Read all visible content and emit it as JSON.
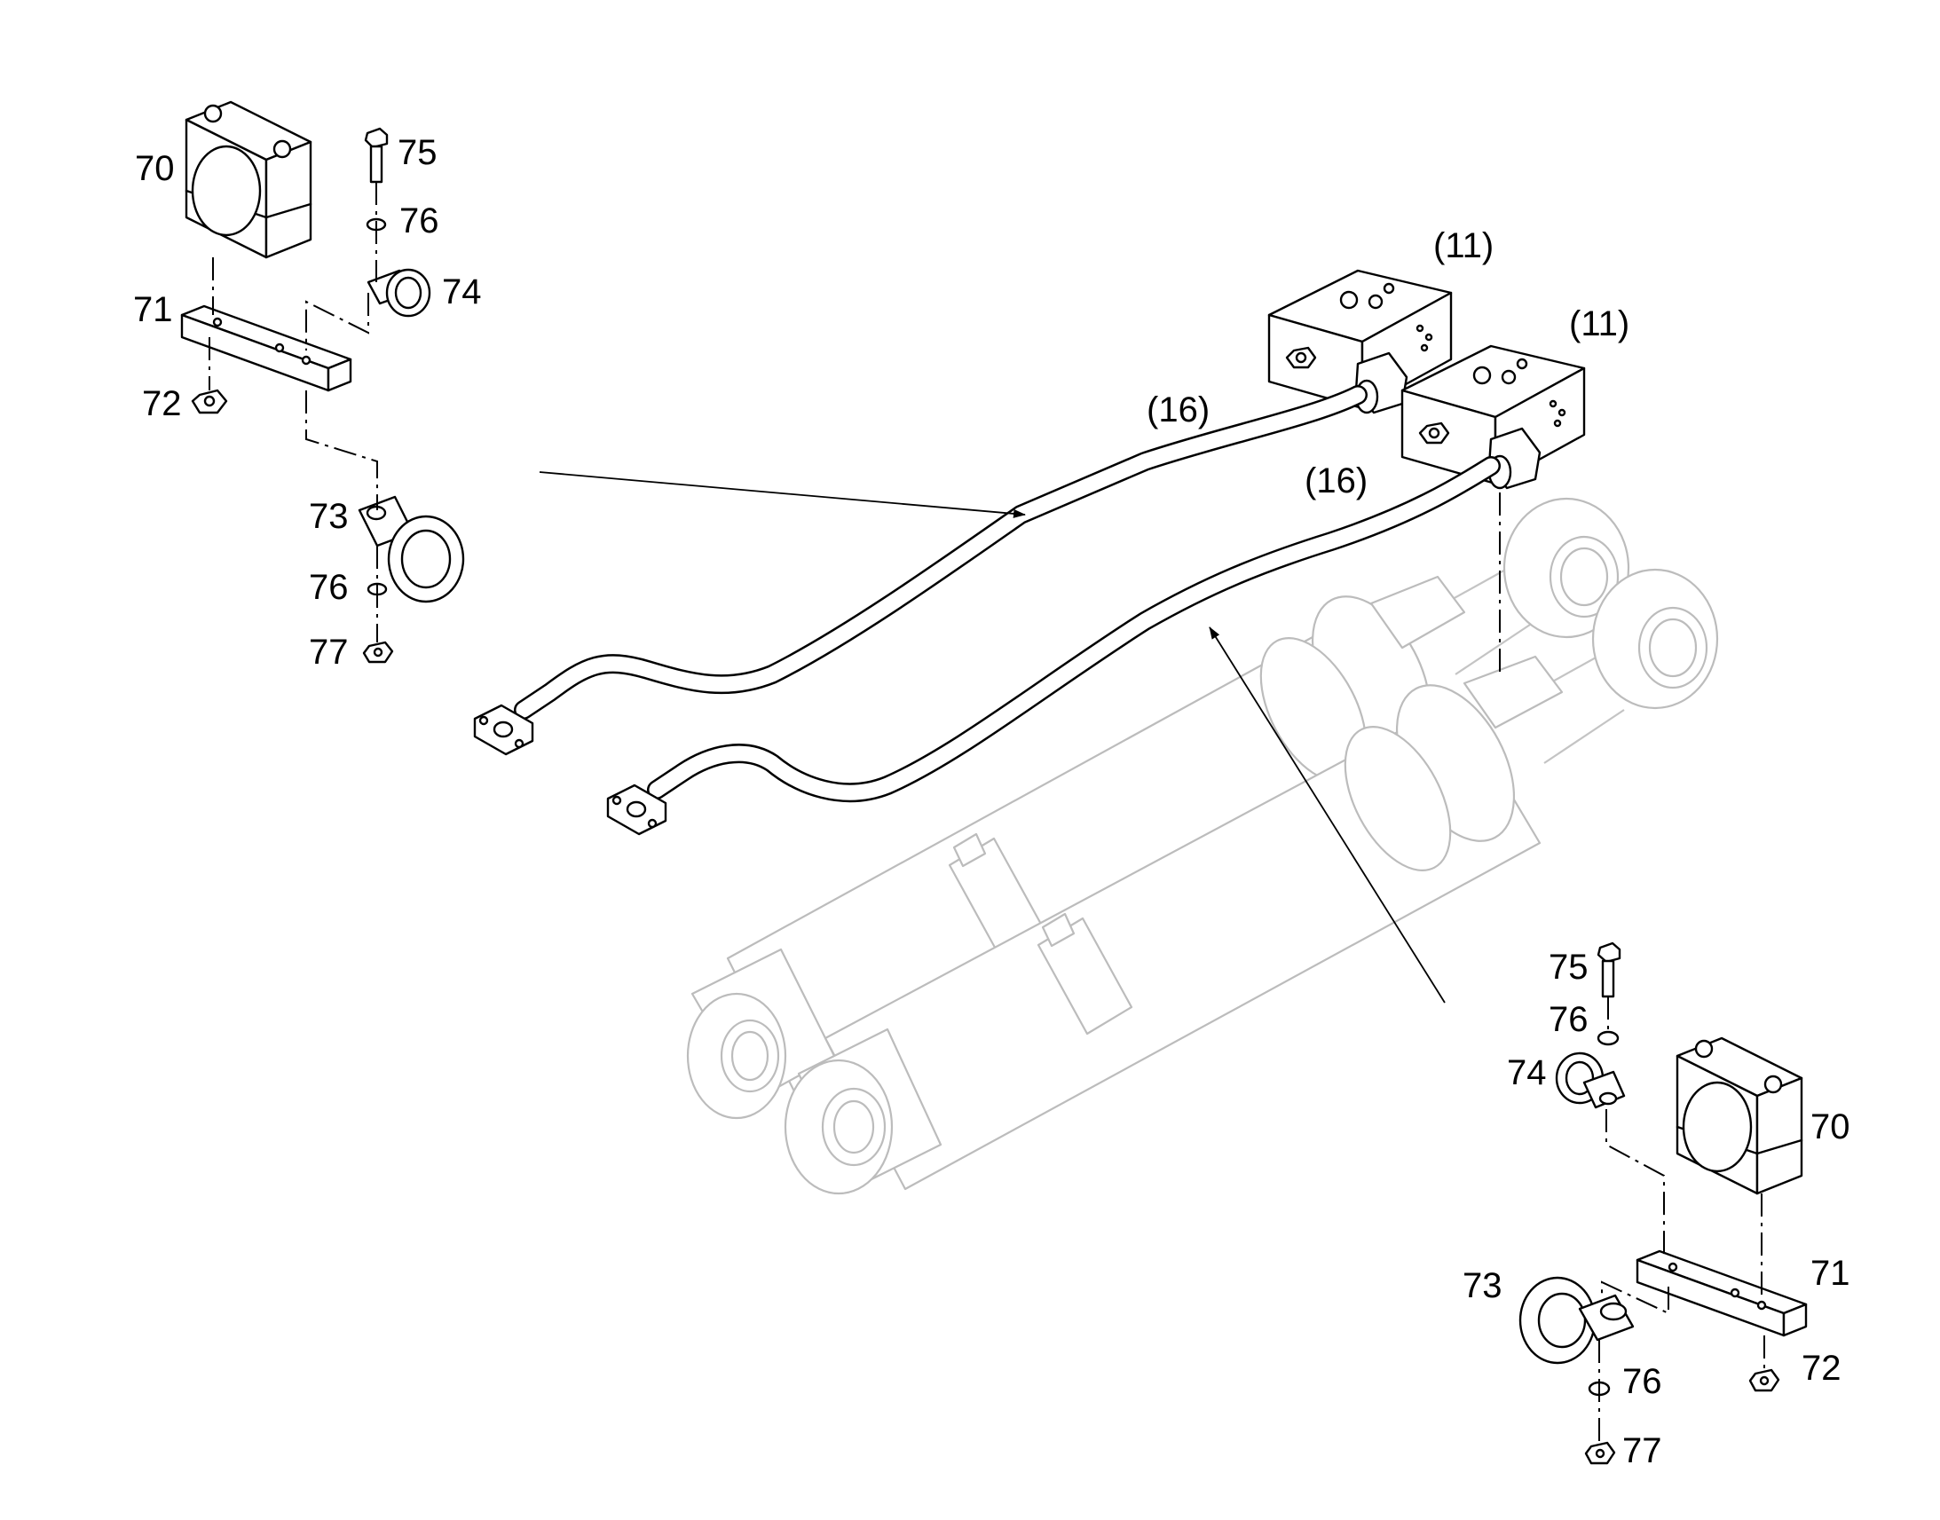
{
  "callouts": {
    "top_left": {
      "c70": "70",
      "c71": "71",
      "c72": "72",
      "c73": "73",
      "c74": "74",
      "c75": "75",
      "c76a": "76",
      "c76b": "76",
      "c77": "77"
    },
    "bottom_right": {
      "c70": "70",
      "c71": "71",
      "c72": "72",
      "c73": "73",
      "c74": "74",
      "c75": "75",
      "c76a": "76",
      "c76b": "76",
      "c77": "77"
    },
    "hoses": {
      "h16a": "(16)",
      "h16b": "(16)"
    },
    "blocks": {
      "b11a": "(11)",
      "b11b": "(11)"
    }
  }
}
